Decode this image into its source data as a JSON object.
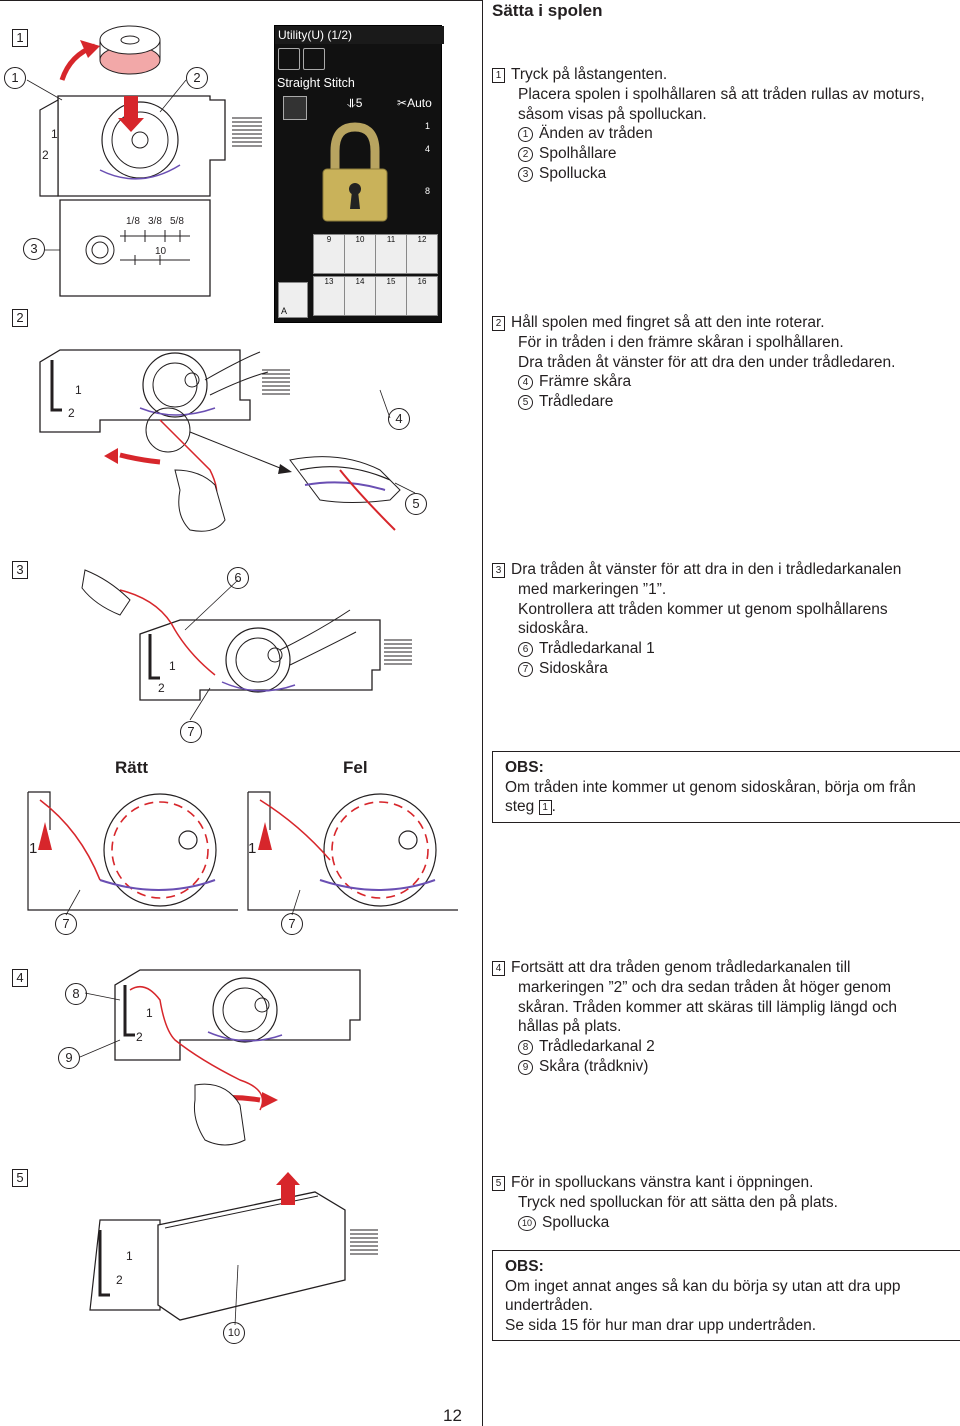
{
  "page": {
    "title": "Sätta i spolen",
    "page_number": "12"
  },
  "steps": {
    "s1": {
      "marker": "1",
      "lines": [
        "Tryck på låstangenten.",
        "Placera spolen i spolhållaren så att tråden rullas av moturs,",
        "såsom visas på spolluckan."
      ],
      "items": [
        {
          "num": "1",
          "label": "Änden av tråden"
        },
        {
          "num": "2",
          "label": "Spolhållare"
        },
        {
          "num": "3",
          "label": "Spollucka"
        }
      ]
    },
    "s2": {
      "marker": "2",
      "lines": [
        "Håll spolen med fingret så att den inte roterar.",
        "För in tråden i den främre skåran i spolhållaren.",
        "Dra tråden åt vänster för att dra den under trådledaren."
      ],
      "items": [
        {
          "num": "4",
          "label": "Främre skåra"
        },
        {
          "num": "5",
          "label": "Trådledare"
        }
      ]
    },
    "s3": {
      "marker": "3",
      "lines": [
        "Dra tråden åt vänster för att dra in den i trådledarkanalen",
        "med markeringen ”1”.",
        "Kontrollera att tråden kommer ut genom spolhållarens",
        "sidoskåra."
      ],
      "items": [
        {
          "num": "6",
          "label": "Trådledarkanal 1"
        },
        {
          "num": "7",
          "label": "Sidoskåra"
        }
      ]
    },
    "s4": {
      "marker": "4",
      "lines": [
        "Fortsätt att dra tråden genom trådledarkanalen till",
        "markeringen ”2” och dra sedan tråden åt höger genom",
        "skåran. Tråden kommer att skäras till lämplig längd och",
        "hållas på plats."
      ],
      "items": [
        {
          "num": "8",
          "label": "Trådledarkanal 2"
        },
        {
          "num": "9",
          "label": "Skåra (trådkniv)"
        }
      ]
    },
    "s5": {
      "marker": "5",
      "lines": [
        "För in spolluckans vänstra kant i öppningen.",
        "Tryck ned spolluckan för att sätta den på plats."
      ],
      "items": [
        {
          "num": "10",
          "label": "Spollucka"
        }
      ]
    }
  },
  "notes": {
    "obs1": {
      "heading": "OBS:",
      "text_before": "Om tråden inte kommer ut genom sidoskåran, börja om från",
      "text_ref_pre": "steg ",
      "ref": "1",
      "text_after": "."
    },
    "obs2": {
      "heading": "OBS:",
      "lines": [
        "Om inget annat anges så kan du börja sy utan att dra upp",
        "undertråden.",
        "Se sida 15 för hur man drar upp undertråden."
      ]
    }
  },
  "figures": {
    "ratt_label": "Rätt",
    "fel_label": "Fel",
    "marker_1": "1",
    "marker_2": "2",
    "scale_labels": [
      "1/8",
      "3/8",
      "5/8",
      "10"
    ]
  },
  "lcd": {
    "header": "Utility(U) (1/2)",
    "stitch_name": "Straight Stitch",
    "auto_label": "Auto",
    "stitch_value": "5",
    "foot_label": "A",
    "grid_row1": [
      "9",
      "10",
      "11",
      "12"
    ],
    "grid_row2": [
      "13",
      "14",
      "15",
      "16"
    ],
    "side_numbers": [
      "1",
      "4",
      "8"
    ],
    "lock_icon": "padlock-icon"
  },
  "colors": {
    "thread_red": "#d7262b",
    "thread_purple": "#6a4fb3",
    "lock_gold": "#c9b25a",
    "ink": "#231f20"
  }
}
